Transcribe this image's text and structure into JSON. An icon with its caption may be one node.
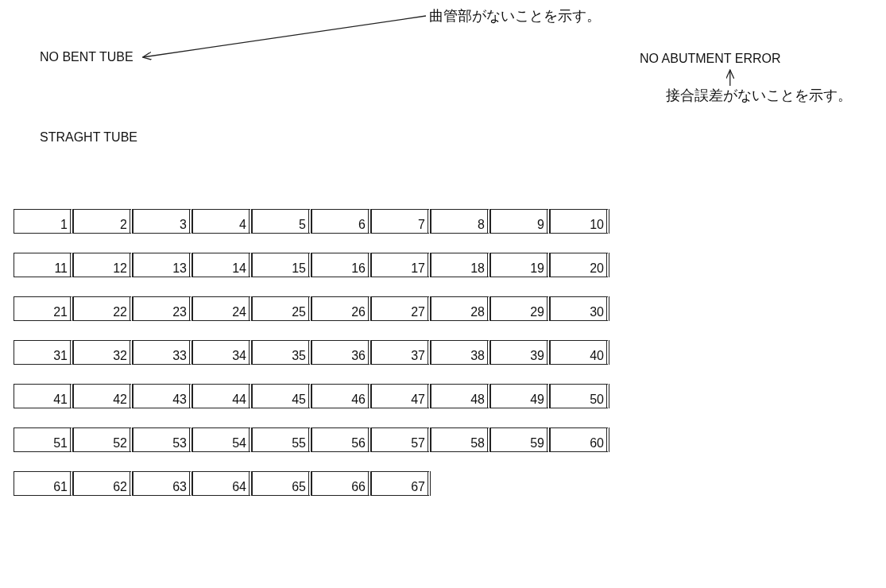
{
  "diagram": {
    "nodes": [
      {
        "text": [
          "曲管部がないことを示す。"
        ]
      },
      {
        "text": [
          "NO BENT TUBE"
        ]
      },
      {
        "text": [
          "NO ABUTMENT ERROR"
        ]
      },
      {
        "text": [
          "接合誤差がないことを示す。"
        ]
      },
      {
        "text": [
          "1"
        ]
      },
      {
        "text": [
          "2"
        ]
      },
      {
        "text": [
          "3"
        ]
      },
      {
        "text": [
          "4"
        ]
      },
      {
        "text": [
          "5"
        ]
      },
      {
        "text": [
          "6"
        ]
      },
      {
        "text": [
          "7"
        ]
      },
      {
        "text": [
          "8"
        ]
      },
      {
        "text": [
          "9"
        ]
      },
      {
        "text": [
          "10"
        ]
      },
      {
        "text": [
          "11"
        ]
      },
      {
        "text": [
          "12"
        ]
      },
      {
        "text": [
          "13"
        ]
      },
      {
        "text": [
          "14"
        ]
      },
      {
        "text": [
          "15"
        ]
      },
      {
        "text": [
          "16"
        ]
      },
      {
        "text": [
          "17"
        ]
      },
      {
        "text": [
          "18"
        ]
      },
      {
        "text": [
          "19"
        ]
      },
      {
        "text": [
          "20"
        ]
      },
      {
        "text": [
          "21"
        ]
      },
      {
        "text": [
          "22"
        ]
      },
      {
        "text": [
          "23"
        ]
      },
      {
        "text": [
          "24"
        ]
      },
      {
        "text": [
          "25"
        ]
      },
      {
        "text": [
          "26"
        ]
      },
      {
        "text": [
          "27"
        ]
      },
      {
        "text": [
          "28"
        ]
      },
      {
        "text": [
          "29"
        ]
      },
      {
        "text": [
          "30"
        ]
      },
      {
        "text": [
          "31"
        ]
      },
      {
        "text": [
          "32"
        ]
      },
      {
        "text": [
          "33"
        ]
      },
      {
        "text": [
          "34"
        ]
      },
      {
        "text": [
          "35"
        ]
      },
      {
        "text": [
          "36"
        ]
      },
      {
        "text": [
          "37"
        ]
      },
      {
        "text": [
          "38"
        ]
      },
      {
        "text": [
          "39"
        ]
      },
      {
        "text": [
          "40"
        ]
      },
      {
        "text": [
          "41"
        ]
      },
      {
        "text": [
          "42"
        ]
      },
      {
        "text": [
          "43"
        ]
      },
      {
        "text": [
          "44"
        ]
      },
      {
        "text": [
          "45"
        ]
      },
      {
        "text": [
          "46"
        ]
      },
      {
        "text": [
          "47"
        ]
      },
      {
        "text": [
          "48"
        ]
      },
      {
        "text": [
          "49"
        ]
      },
      {
        "text": [
          "50"
        ]
      },
      {
        "text": [
          "51"
        ]
      },
      {
        "text": [
          "52"
        ]
      },
      {
        "text": [
          "53"
        ]
      },
      {
        "text": [
          "54"
        ]
      },
      {
        "text": [
          "55"
        ]
      },
      {
        "text": [
          "56"
        ]
      },
      {
        "text": [
          "57"
        ]
      },
      {
        "text": [
          "58"
        ]
      },
      {
        "text": [
          "59"
        ]
      },
      {
        "text": [
          "60"
        ]
      },
      {
        "text": [
          "61"
        ]
      },
      {
        "text": [
          "62"
        ]
      },
      {
        "text": [
          "63"
        ]
      },
      {
        "text": [
          "64"
        ]
      },
      {
        "text": [
          "65"
        ]
      },
      {
        "text": [
          "66"
        ]
      },
      {
        "text": [
          "67"
        ]
      }
    ],
    "edges": [
      {
        "from": 0,
        "to": 1,
        "arrow": "to"
      },
      {
        "from": 3,
        "to": 2,
        "arrow": "to"
      }
    ],
    "labels": [
      "STRAGHT TUBE"
    ]
  }
}
